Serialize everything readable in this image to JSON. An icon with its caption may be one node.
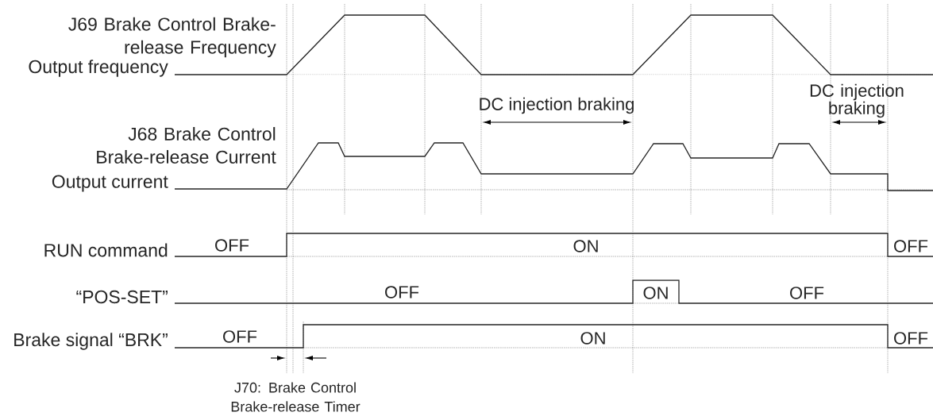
{
  "diagram": {
    "labels": [
      "J69 Brake Control Brake-release Frequency",
      "Output frequency",
      "DC injection braking",
      "DC injection braking",
      "J68 Brake Control Brake-release Current",
      "Output current",
      "RUN command",
      "OFF",
      "ON",
      "OFF",
      "“POS-SET”",
      "OFF",
      "ON",
      "OFF",
      "Brake signal “BRK”",
      "OFF",
      "ON",
      "OFF",
      "J70: Brake Control Brake-release Timer"
    ]
  }
}
